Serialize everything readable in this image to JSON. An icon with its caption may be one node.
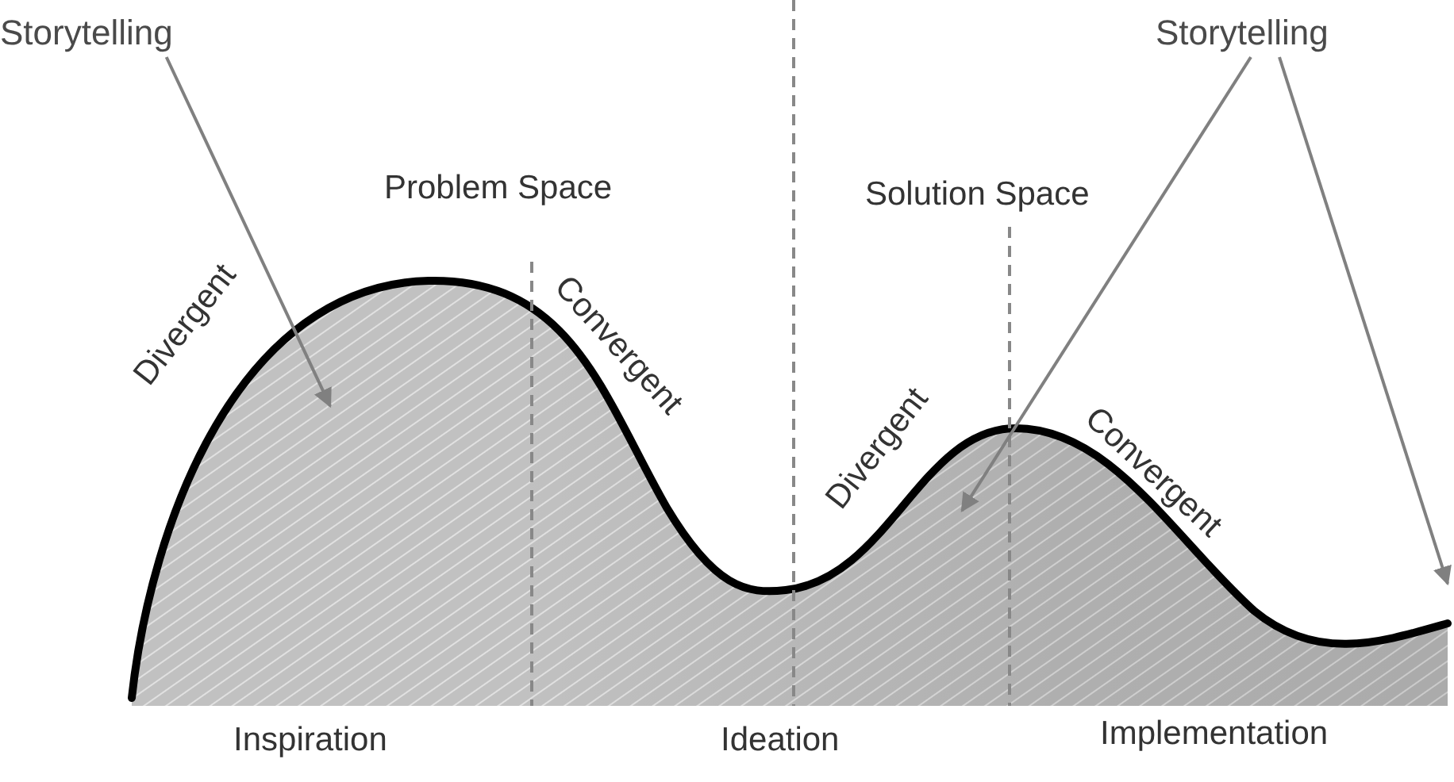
{
  "diagram": {
    "nodes": [
      {
        "text": [
          "Storytelling"
        ]
      },
      {
        "text": [
          "Storytelling"
        ]
      }
    ],
    "edges": [
      {
        "from": 0,
        "to": null,
        "arrow": "to"
      },
      {
        "from": 1,
        "to": null,
        "arrow": "to"
      },
      {
        "from": 1,
        "to": null,
        "arrow": "to"
      }
    ],
    "labels": [
      "Problem Space",
      "Solution Space",
      "Divergent",
      "Convergent",
      "Divergent",
      "Convergent",
      "Inspiration",
      "Ideation",
      "Implementation"
    ]
  }
}
